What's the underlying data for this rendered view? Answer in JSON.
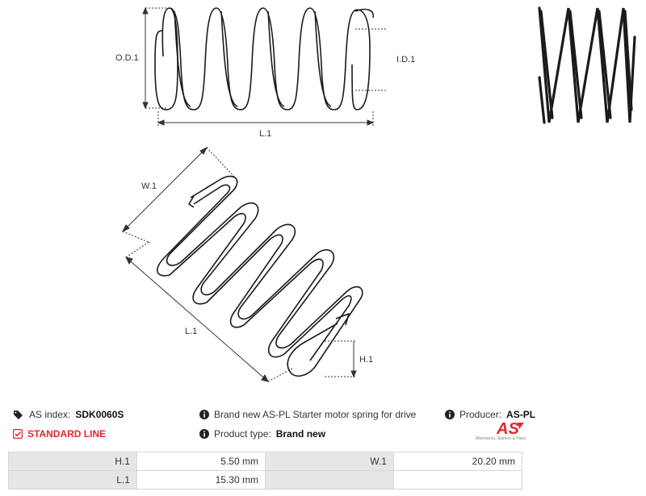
{
  "drawings": {
    "top": {
      "od_label": "O.D.1",
      "id_label": "I.D.1",
      "length_label": "L.1"
    },
    "diagonal": {
      "width_label": "W.1",
      "length_label": "L.1",
      "height_label": "H.1"
    }
  },
  "info": {
    "index_label": "AS index:",
    "index_value": "SDK0060S",
    "line_label": "STANDARD LINE",
    "description": "Brand new AS-PL Starter motor spring for drive",
    "product_type_label": "Product type:",
    "product_type_value": "Brand new",
    "producer_label": "Producer:",
    "producer_value": "AS-PL",
    "logo_text": "AS",
    "logo_subtext": "Alternators, Starters & Parts"
  },
  "specs": [
    {
      "label1": "H.1",
      "value1": "5.50 mm",
      "label2": "W.1",
      "value2": "20.20 mm"
    },
    {
      "label1": "L.1",
      "value1": "15.30 mm",
      "label2": "",
      "value2": ""
    }
  ],
  "colors": {
    "accent_red": "#e0282f",
    "table_label_bg": "#e6e6e6",
    "table_border": "#d6d6d6"
  }
}
